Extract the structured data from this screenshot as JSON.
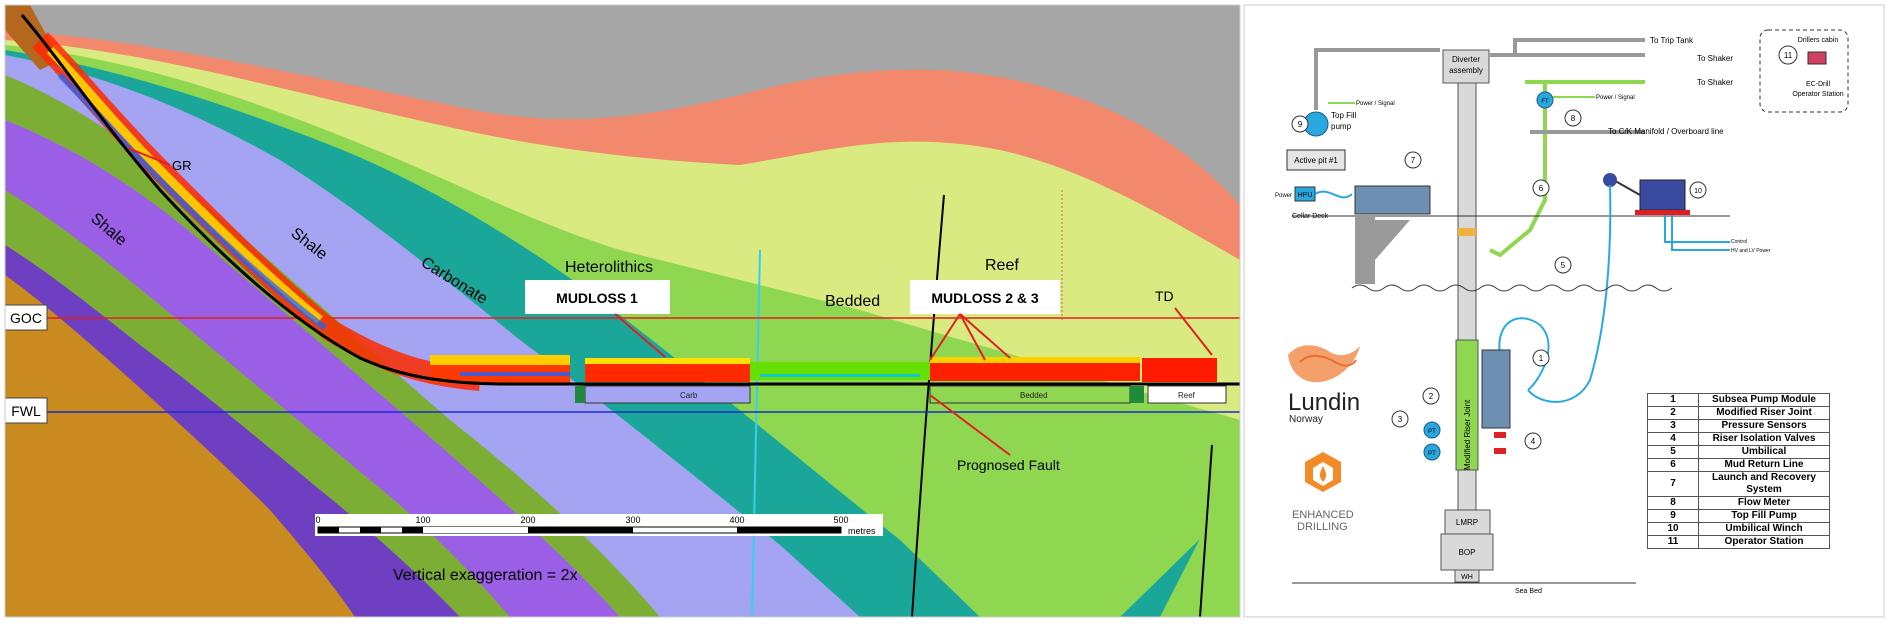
{
  "cross_section": {
    "layers": {
      "gr": "GR",
      "shale_1": "Shale",
      "shale_2": "Shale",
      "carbonate": "Carbonate",
      "heterolithics": "Heterolithics",
      "bedded": "Bedded",
      "reef": "Reef"
    },
    "annotations": {
      "mudloss_1": "MUDLOSS 1",
      "mudloss_23": "MUDLOSS 2 & 3",
      "td": "TD",
      "prognosed_fault": "Prognosed Fault"
    },
    "contacts": {
      "goc": "GOC",
      "fwl": "FWL"
    },
    "zone_labels": {
      "carb": "Carb",
      "bedded": "Bedded",
      "reef": "Reef"
    },
    "scale_bar": {
      "ticks": [
        "0",
        "100",
        "200",
        "300",
        "400",
        "500"
      ],
      "unit": "metres"
    },
    "note": "Vertical exaggeration = 2x",
    "colors": {
      "sky": "#a6a6a6",
      "salmon": "#f2886c",
      "lime": "#d9ea80",
      "green": "#8fd651",
      "teal": "#1aa79a",
      "lavender": "#a4a4f2",
      "purple": "#9b5fe6",
      "dark_purple": "#6f3fc2",
      "olive": "#7cae35",
      "brown": "#c98a1f"
    }
  },
  "schematic": {
    "top_labels": {
      "to_trip_tank": "To Trip Tank",
      "to_shaker_1": "To Shaker",
      "to_shaker_2": "To Shaker",
      "to_ck_manifold": "To C/K Manifold  / Overboard line",
      "diverter": [
        "Diverter",
        "assembly"
      ],
      "power_signal_1": "Power / Signal",
      "power_signal_2": "Power / Signal",
      "top_fill_pump": [
        "Top Fill",
        "pump"
      ],
      "active_pit": "Active pit #1",
      "hpu": "HPU",
      "power": "Power",
      "cellar_deck": "Cellar Deck",
      "ft": "FT",
      "pt": "PT",
      "control": "Control",
      "hv_lv_power": "HV and LV Power",
      "modified_riser_joint": "Modified Riser Joint",
      "lmrp": "LMRP",
      "bop": "BOP",
      "wh": "WH",
      "sea_bed": "Sea Bed"
    },
    "operator_box": {
      "number": "11",
      "lines": [
        "Drillers cabin",
        "EC-Drill",
        "Operator Station"
      ]
    },
    "numbers": [
      "1",
      "2",
      "3",
      "4",
      "5",
      "6",
      "7",
      "8",
      "9",
      "10"
    ],
    "logos": {
      "lundin_name": "Lundin",
      "lundin_sub": "Norway",
      "enhanced_1": "ENHANCED",
      "enhanced_2": "DRILLING"
    },
    "legend": [
      {
        "num": "1",
        "label": "Subsea Pump Module"
      },
      {
        "num": "2",
        "label": "Modified Riser Joint"
      },
      {
        "num": "3",
        "label": "Pressure Sensors"
      },
      {
        "num": "4",
        "label": "Riser Isolation Valves"
      },
      {
        "num": "5",
        "label": "Umbilical"
      },
      {
        "num": "6",
        "label": "Mud Return Line"
      },
      {
        "num": "7",
        "label": "Launch and Recovery System"
      },
      {
        "num": "8",
        "label": "Flow Meter"
      },
      {
        "num": "9",
        "label": "Top Fill Pump"
      },
      {
        "num": "10",
        "label": "Umbilical Winch"
      },
      {
        "num": "11",
        "label": "Operator Station"
      }
    ]
  }
}
